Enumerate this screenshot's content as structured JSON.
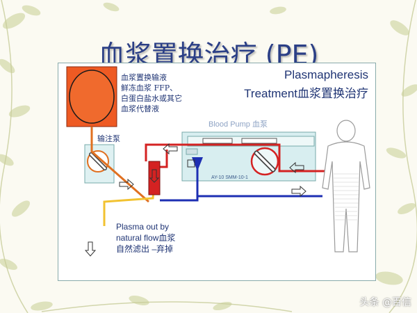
{
  "title": "血浆置换治疗 (PE)",
  "heading_line1": "Plasmapheresis",
  "heading_line2": "Treatment血浆置换治疗",
  "replacement_fluid_lines": [
    "血浆置换输液",
    "鲜冻血浆 FFP、",
    "白蛋白盐水或其它",
    "血浆代替液"
  ],
  "infusion_pump_label": "输注泵",
  "blood_pump_label": "Blood Pump 血泵",
  "machine_model": "AY-10 SMM-10-1",
  "plasma_out_lines": [
    "Plasma out by",
    "natural flow血浆",
    "自然滤出 –弃掉"
  ],
  "footer": "头条 @百信",
  "colors": {
    "title": "#2b3f86",
    "text": "#1f3474",
    "red_line": "#d42222",
    "blue_line": "#1d2fb3",
    "orange_line": "#e07020",
    "yellow_line": "#f2c230",
    "bag_fill": "#ee5a23",
    "machine_fill": "#d8eef0"
  }
}
